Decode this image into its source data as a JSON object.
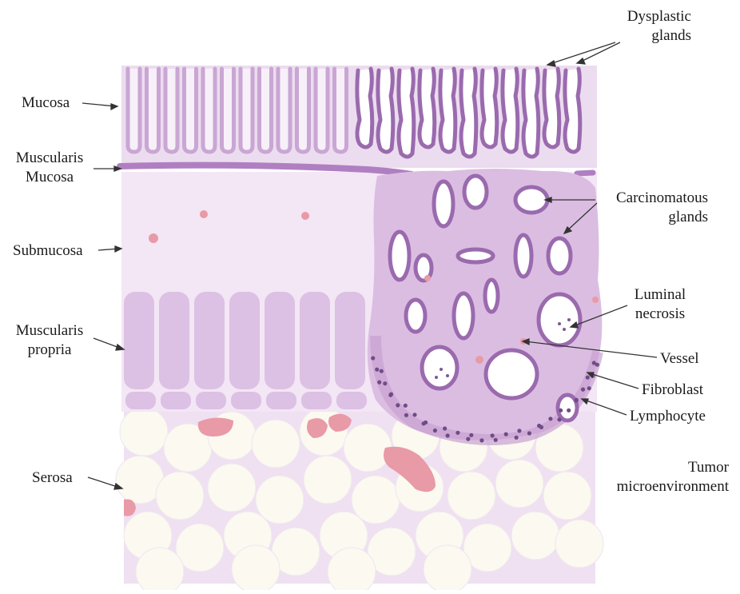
{
  "labels": {
    "mucosa": "Mucosa",
    "muscularis_mucosa_line1": "Muscularis",
    "muscularis_mucosa_line2": "Mucosa",
    "submucosa": "Submucosa",
    "muscularis_propria_line1": "Muscularis",
    "muscularis_propria_line2": "propria",
    "serosa": "Serosa",
    "dysplastic_glands_line1": "Dysplastic",
    "dysplastic_glands_line2": "glands",
    "carcinomatous_glands_line1": "Carcinomatous",
    "carcinomatous_glands_line2": "glands",
    "luminal_necrosis_line1": "Luminal",
    "luminal_necrosis_line2": "necrosis",
    "vessel": "Vessel",
    "fibroblast": "Fibroblast",
    "lymphocyte": "Lymphocyte",
    "tumor_microenvironment_line1": "Tumor",
    "tumor_microenvironment_line2": "microenvironment"
  },
  "colors": {
    "mucosa_fill": "#ecdcef",
    "gland_normal": "#c9a6d3",
    "gland_dysplastic": "#9a6aae",
    "muscularis_mucosa": "#b387c4",
    "submucosa": "#f3e6f5",
    "muscularis_propria": "#dcc1e4",
    "tumor_fill": "#d9b8e0",
    "fat_cell": "#fbf9f0",
    "vessel": "#e89aa6",
    "lymphocyte": "#6e4d86"
  }
}
